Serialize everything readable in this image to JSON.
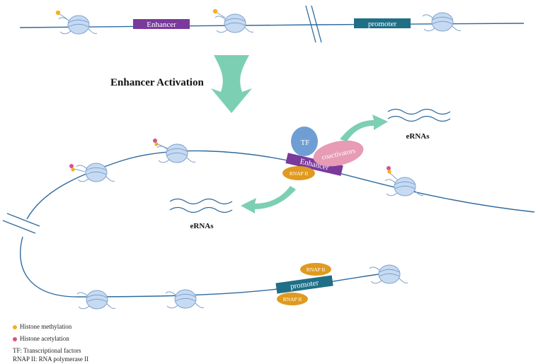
{
  "labels": {
    "enhancer_top": "Enhancer",
    "promoter_top": "promoter",
    "title": "Enhancer Activation",
    "tf": "TF",
    "coactivators": "coactivators",
    "enhancer_bottom": "Enhancer",
    "rnap_enhancer": "RNAP II",
    "ernas_right": "eRNAs",
    "ernas_left": "eRNAs",
    "promoter_bottom": "promoter",
    "rnap_promoter_top": "RNAP II",
    "rnap_promoter_bottom": "RNAP II"
  },
  "legend": {
    "methylation": "Histone methylation",
    "acetylation": "Histone acetylation",
    "tf_def": "TF: Transcriptional factors",
    "rnap_def": "RNAP II: RNA polymerase II"
  },
  "colors": {
    "dna": "#2e6a9e",
    "nucleosome_fill": "#c6daf2",
    "nucleosome_stroke": "#7ea0cc",
    "enhancer": "#7a3a9c",
    "promoter": "#1f6f86",
    "arrow": "#7ccfb3",
    "tf": "#6f9ed4",
    "coactivators": "#e79bb4",
    "rnap": "#e09a1f",
    "methylation": "#f2b21a",
    "acetylation": "#d9508e"
  }
}
